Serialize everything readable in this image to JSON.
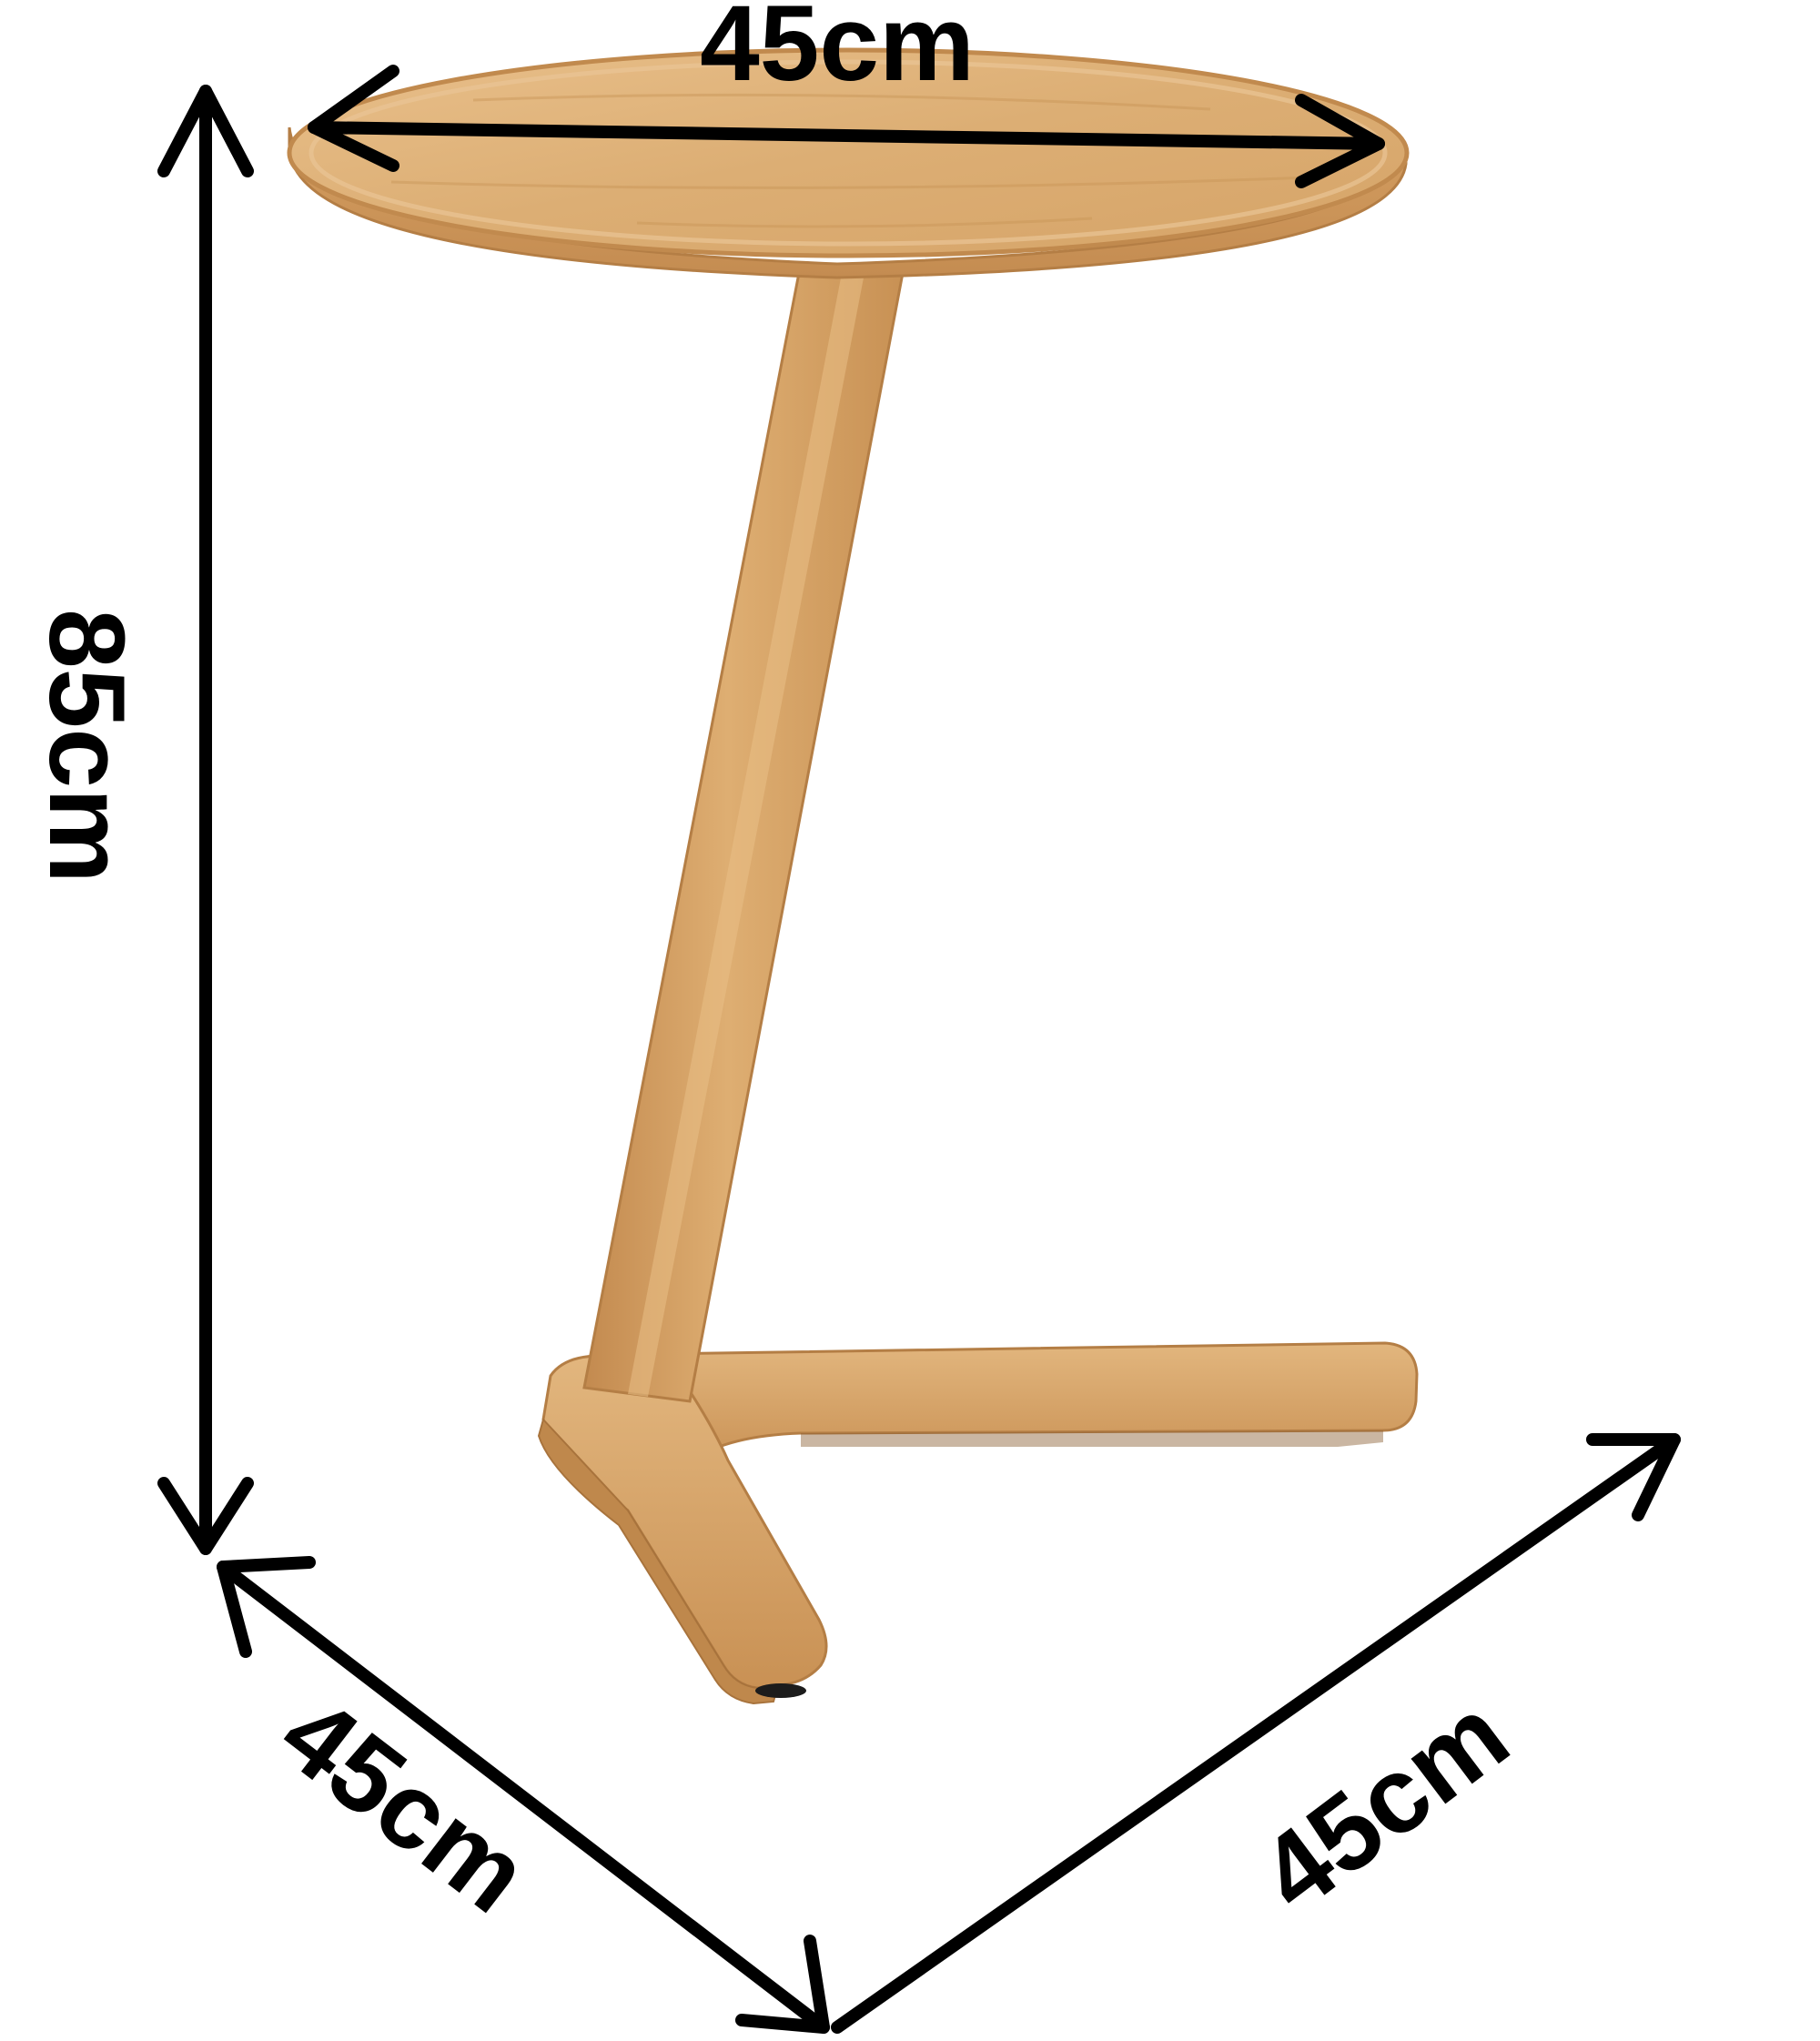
{
  "dimensions": {
    "top_diameter": "45cm",
    "height": "85cm",
    "base_depth": "45cm",
    "base_width": "45cm"
  },
  "colors": {
    "background": "#ffffff",
    "wood_light": "#e3b47c",
    "wood_mid": "#d19a5e",
    "wood_dark": "#b8844c",
    "arrow": "#000000"
  }
}
